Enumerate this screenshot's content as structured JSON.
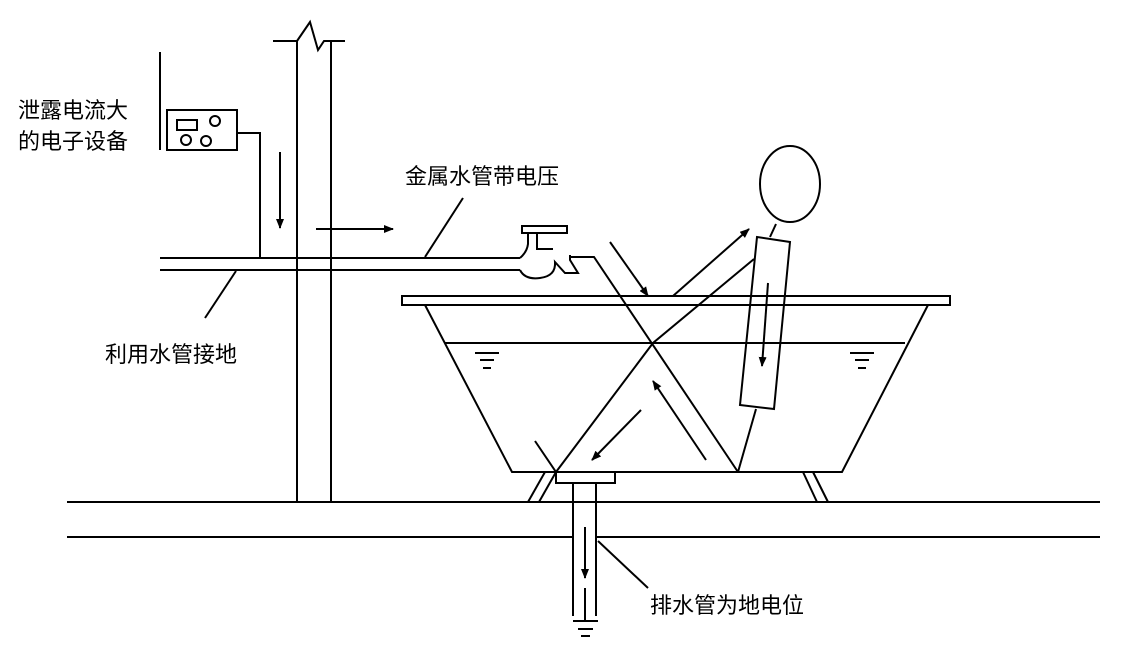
{
  "labels": {
    "device_line1": "泄露电流大",
    "device_line2": "的电子设备",
    "metal_pipe": "金属水管带电压",
    "pipe_ground": "利用水管接地",
    "drain": "排水管为地电位"
  },
  "colors": {
    "line": "#000000",
    "background": "#ffffff"
  }
}
